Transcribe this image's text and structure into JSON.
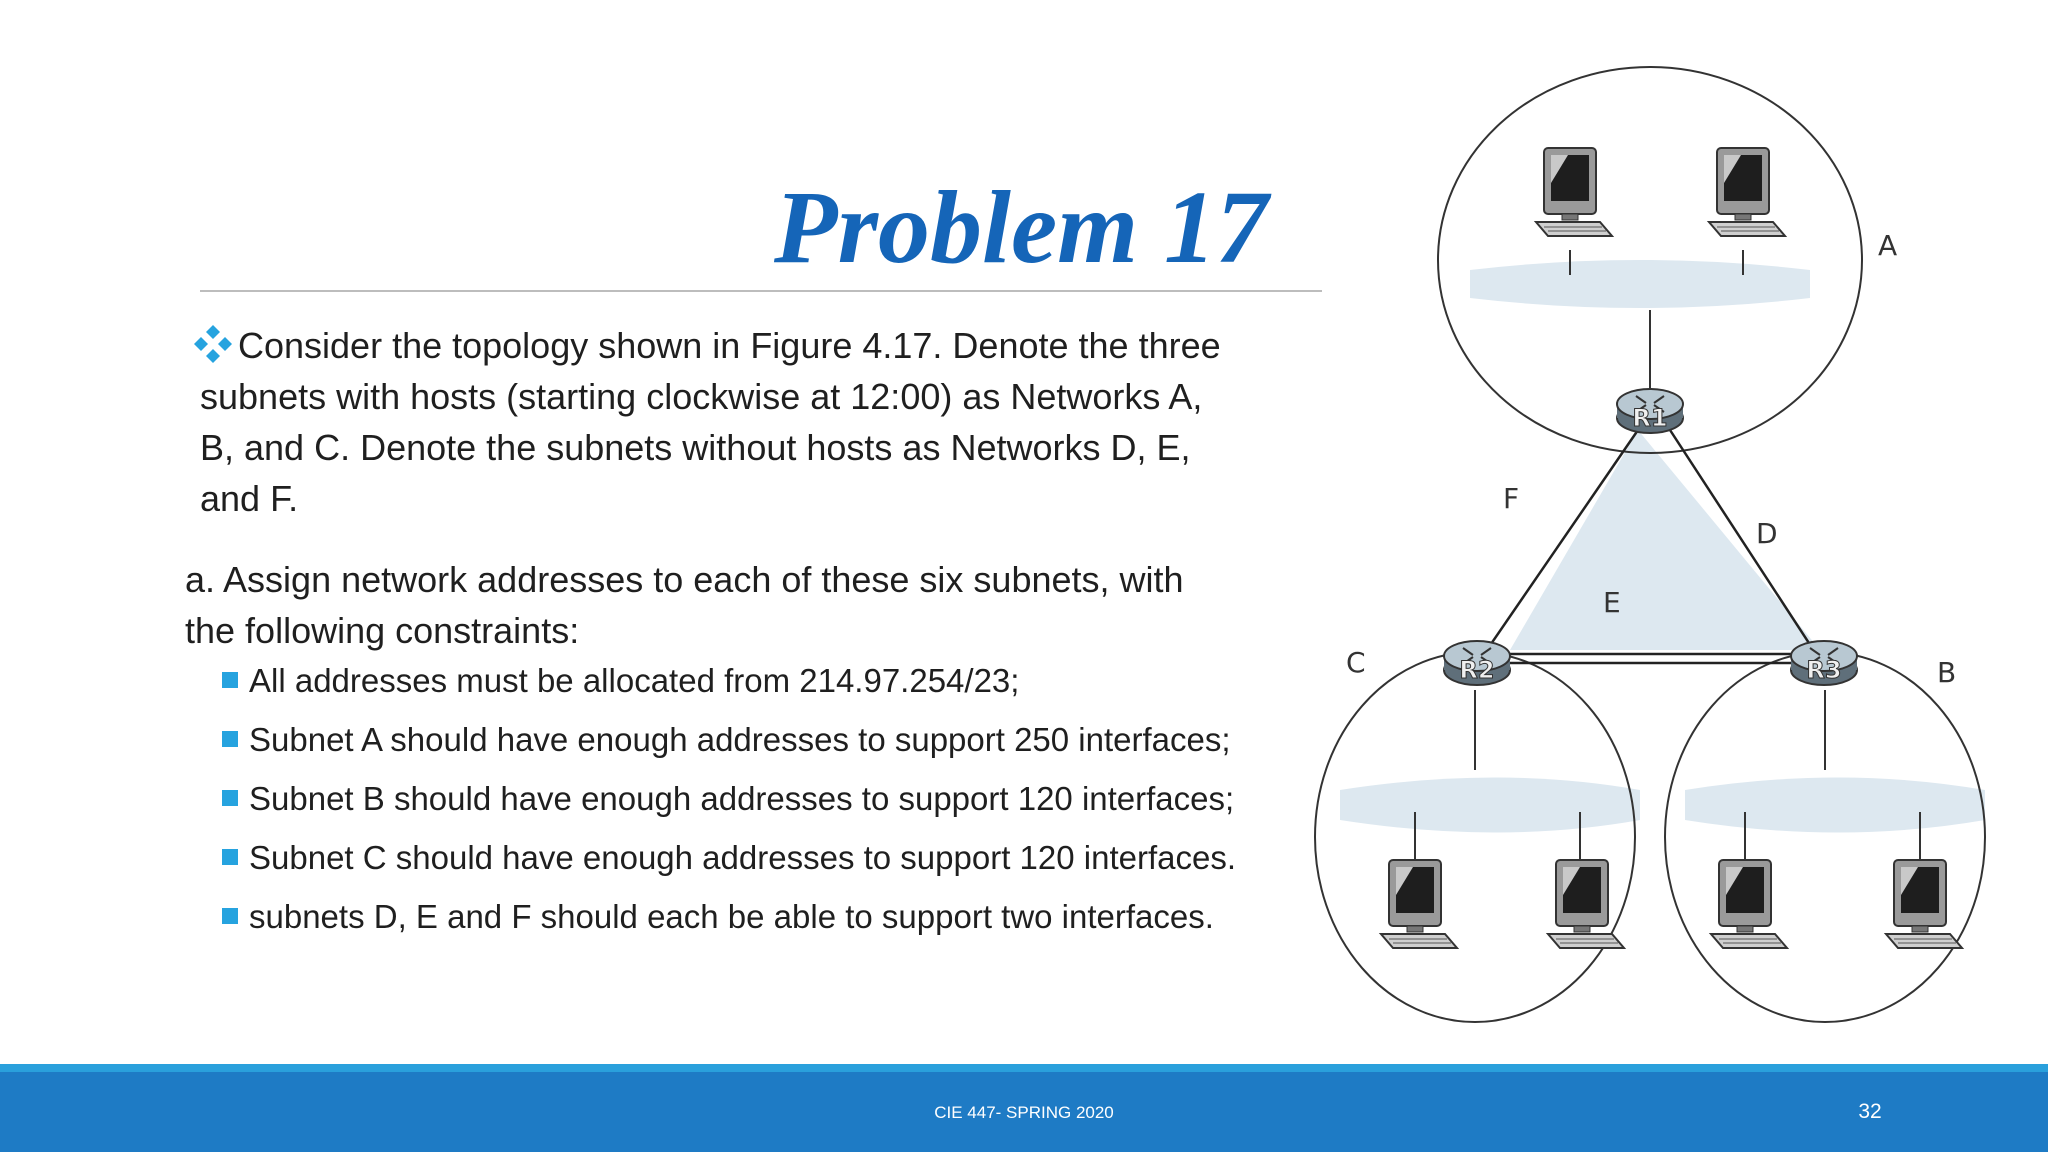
{
  "slide": {
    "title": "Problem 17",
    "intro_lines": [
      "Consider the topology shown in Figure 4.17. Denote the three",
      "subnets with hosts (starting clockwise at 12:00) as Networks A,",
      "B, and C. Denote the subnets without hosts as Networks D, E,",
      "and F."
    ],
    "part_a_lines": [
      "a. Assign network addresses to each of these six subnets, with",
      "the following constraints:"
    ],
    "constraints": [
      "All addresses must be allocated from 214.97.254/23;",
      "Subnet A should have enough addresses to support 250 interfaces;",
      "Subnet B should have enough addresses to support 120 interfaces;",
      "Subnet C should have enough addresses to support 120 interfaces.",
      "subnets D, E and F should each be able to support two interfaces."
    ]
  },
  "diagram": {
    "routers": [
      "R1",
      "R2",
      "R3"
    ],
    "subnet_labels": [
      "A",
      "B",
      "C",
      "D",
      "E",
      "F"
    ]
  },
  "footer": {
    "course": "CIE 447- SPRING 2020",
    "page_number": "32"
  },
  "colors": {
    "title": "#1565b8",
    "bullet_accent": "#26a3df",
    "footer_bar": "#1e7bc5",
    "footer_stripe": "#2aa0dc"
  }
}
